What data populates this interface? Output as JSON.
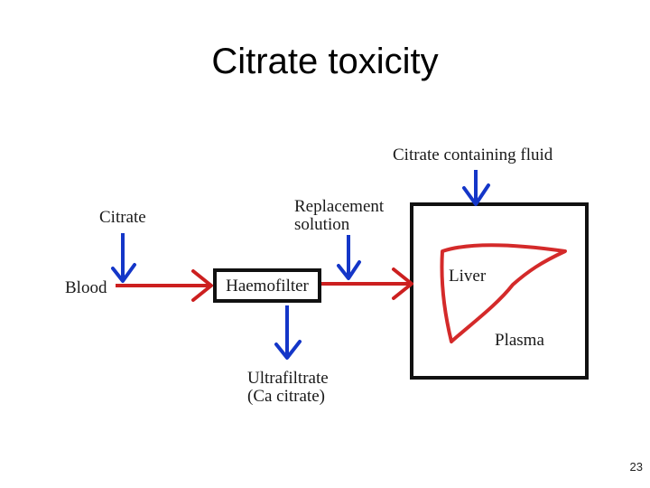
{
  "title": "Citrate toxicity",
  "slide_number": "23",
  "diagram": {
    "labels": {
      "citrate": "Citrate",
      "blood": "Blood",
      "haemofilter": "Haemofilter",
      "replacement_line1": "Replacement",
      "replacement_line2": "solution",
      "ultrafiltrate_line1": "Ultrafiltrate",
      "ultrafiltrate_line2": "(Ca citrate)",
      "citrate_fluid": "Citrate containing fluid",
      "liver": "Liver",
      "plasma": "Plasma"
    },
    "colors": {
      "flow_arrow": "#cc1f1f",
      "input_arrow": "#1436c8",
      "box_border": "#111111",
      "liver_outline": "#d42a2a"
    }
  }
}
